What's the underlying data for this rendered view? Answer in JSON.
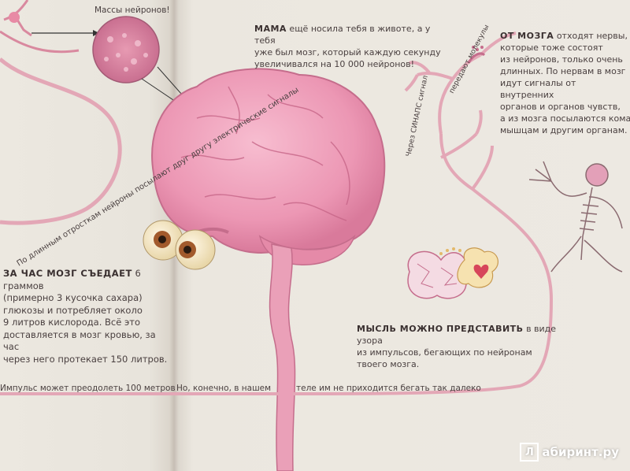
{
  "top_label": "Массы нейронов!",
  "left_axon_text": "По длинным отросткам нейроны посылают друг другу электрические сигналы",
  "left_block": {
    "head": "ЗА ЧАС МОЗГ СЪЕДАЕТ",
    "line1": "6 граммов",
    "line2": "(примерно 3 кусочка сахара)",
    "line3": "глюкозы и потребляет около",
    "line4": "9 литров кислорода. Всё это",
    "line5": "доставляется в мозг кровью, за час",
    "line6": "через него протекает 150 литров."
  },
  "bottom_left": "Импульс может преодолеть 100 метров!",
  "bottom_mid": "Но, конечно, в нашем",
  "bottom_right": "теле им не приходится бегать так далеко",
  "mama_block": {
    "head": "МАМА",
    "line1": "ещё носила тебя в животе, а у тебя",
    "line2": "уже был мозг, который каждую секунду",
    "line3": "увеличивался на 10 000 нейронов!"
  },
  "nerves_block": {
    "head": "ОТ МОЗГА",
    "line1": "отходят нервы,",
    "line2": "которые тоже состоят",
    "line3": "из нейронов, только очень",
    "line4": "длинных. По нервам в мозг",
    "line5": "идут сигналы от внутренних",
    "line6": "органов и органов чувств,",
    "line7": "а из мозга посылаются команды",
    "line8": "мышцам и другим органам."
  },
  "synapse_text": "Через СИНАПС сигнал",
  "molecules_text": "передают молекулы",
  "thought_block": {
    "head": "МЫСЛЬ МОЖНО ПРЕДСТАВИТЬ",
    "line1": "в виде узора",
    "line2": "из импульсов, бегающих по нейронам",
    "line3": "твоего мозга."
  },
  "watermark": "абиринт.ру",
  "watermark_letter": "Л"
}
